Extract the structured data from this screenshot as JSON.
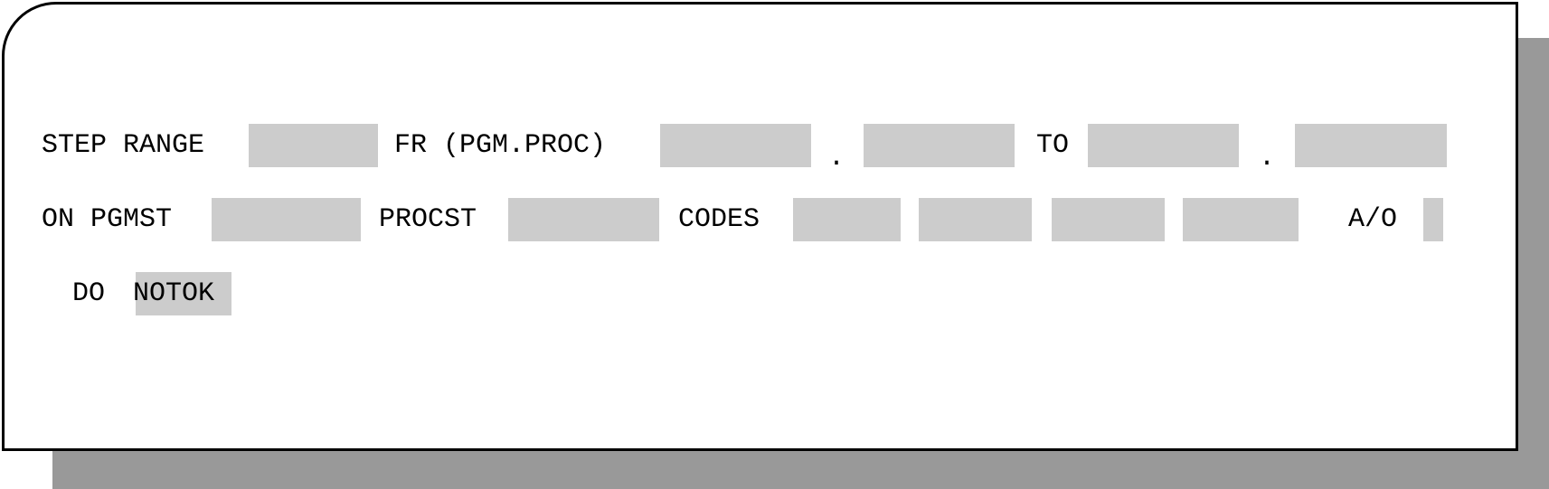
{
  "form": {
    "row1": {
      "step_range_label": "STEP RANGE",
      "from_label": "FR (PGM.PROC)",
      "separator_1": ".",
      "to_label": "TO",
      "separator_2": "."
    },
    "row2": {
      "on_pgmst_label": "ON PGMST",
      "procst_label": "PROCST",
      "codes_label": "CODES",
      "and_or_label": "A/O"
    },
    "row3": {
      "do_label": "DO",
      "action_value": "NOTOK"
    },
    "fields": {
      "step_range": "",
      "from_program": "",
      "from_procedure": "",
      "to_program": "",
      "to_procedure": "",
      "pgmst": "",
      "procst": "",
      "code_1": "",
      "code_2": "",
      "code_3": "",
      "code_4": "",
      "and_or": ""
    },
    "colors": {
      "field_background": "#cccccc",
      "shadow": "#999999",
      "border": "#000000"
    }
  }
}
